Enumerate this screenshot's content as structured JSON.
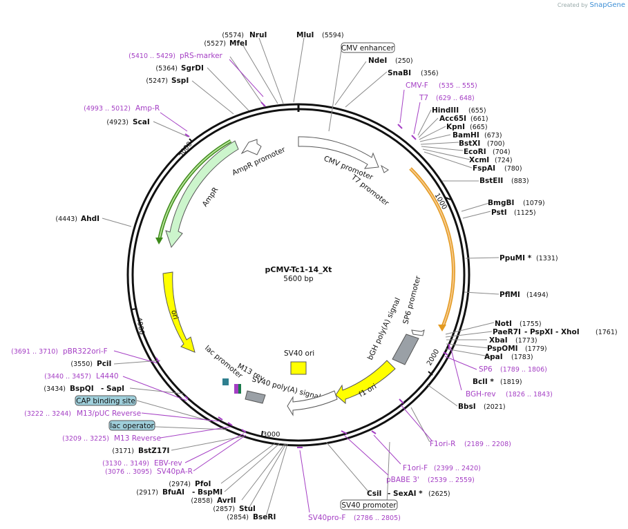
{
  "credit": {
    "prefix": "Created by",
    "brand": "SnapGene"
  },
  "plasmid": {
    "name": "pCMV-Tc1-14_Xt",
    "size_label": "5600 bp"
  },
  "ticks": [
    "1000",
    "2000",
    "3000",
    "4000",
    "5000"
  ],
  "enzymes": [
    {
      "name": "NruI",
      "pos": "(5574)"
    },
    {
      "name": "MluI",
      "pos": "(5594)"
    },
    {
      "name": "MfeI",
      "pos": "(5527)"
    },
    {
      "name": "SgrDI",
      "pos": "(5364)"
    },
    {
      "name": "SspI",
      "pos": "(5247)"
    },
    {
      "name": "ScaI",
      "pos": "(4923)"
    },
    {
      "name": "AhdI",
      "pos": "(4443)"
    },
    {
      "name": "PciI",
      "pos": "(3550)"
    },
    {
      "name": "BspQI",
      "pos": "(3434)",
      "extra": "- SapI"
    },
    {
      "name": "BstZ17I",
      "pos": "(3171)"
    },
    {
      "name": "PfoI",
      "pos": "(2974)"
    },
    {
      "name": "BfuAI",
      "pos": "(2917)",
      "extra": "- BspMI"
    },
    {
      "name": "AvrII",
      "pos": "(2858)"
    },
    {
      "name": "StuI",
      "pos": "(2857)"
    },
    {
      "name": "BseRI",
      "pos": "(2854)"
    },
    {
      "name": "CsiI",
      "pos": "(2625)",
      "extra": "- SexAI *"
    },
    {
      "name": "BbsI",
      "pos": "(2021)"
    },
    {
      "name": "BclI *",
      "pos": "(1819)"
    },
    {
      "name": "ApaI",
      "pos": "(1783)"
    },
    {
      "name": "PspOMI",
      "pos": "(1779)"
    },
    {
      "name": "XbaI",
      "pos": "(1773)"
    },
    {
      "name": "PaeR7I",
      "pos": "(1761)",
      "extra": "- PspXI  - XhoI"
    },
    {
      "name": "NotI",
      "pos": "(1755)"
    },
    {
      "name": "PflMI",
      "pos": "(1494)"
    },
    {
      "name": "PpuMI *",
      "pos": "(1331)"
    },
    {
      "name": "PstI",
      "pos": "(1125)"
    },
    {
      "name": "BmgBI",
      "pos": "(1079)"
    },
    {
      "name": "BstEII",
      "pos": "(883)"
    },
    {
      "name": "FspAI",
      "pos": "(780)"
    },
    {
      "name": "XcmI",
      "pos": "(724)"
    },
    {
      "name": "EcoRI",
      "pos": "(704)"
    },
    {
      "name": "BstXI",
      "pos": "(700)"
    },
    {
      "name": "BamHI",
      "pos": "(673)"
    },
    {
      "name": "KpnI",
      "pos": "(665)"
    },
    {
      "name": "Acc65I",
      "pos": "(661)"
    },
    {
      "name": "HindIII",
      "pos": "(655)"
    },
    {
      "name": "SnaBI",
      "pos": "(356)"
    },
    {
      "name": "NdeI",
      "pos": "(250)"
    }
  ],
  "primers": [
    {
      "name": "pRS-marker",
      "range": "(5410 .. 5429)"
    },
    {
      "name": "Amp-R",
      "range": "(4993 .. 5012)"
    },
    {
      "name": "pBR322ori-F",
      "range": "(3691 .. 3710)"
    },
    {
      "name": "L4440",
      "range": "(3440 .. 3457)"
    },
    {
      "name": "M13/pUC Reverse",
      "range": "(3222 .. 3244)"
    },
    {
      "name": "M13 Reverse",
      "range": "(3209 .. 3225)"
    },
    {
      "name": "EBV-rev",
      "range": "(3130 .. 3149)"
    },
    {
      "name": "SV40pA-R",
      "range": "(3076 .. 3095)"
    },
    {
      "name": "SV40pro-F",
      "range": "(2786 .. 2805)"
    },
    {
      "name": "pBABE 3'",
      "range": "(2539 .. 2559)"
    },
    {
      "name": "F1ori-F",
      "range": "(2399 .. 2420)"
    },
    {
      "name": "F1ori-R",
      "range": "(2189 .. 2208)"
    },
    {
      "name": "BGH-rev",
      "range": "(1826 .. 1843)"
    },
    {
      "name": "SP6",
      "range": "(1789 .. 1806)"
    },
    {
      "name": "T7",
      "range": "(629 .. 648)"
    },
    {
      "name": "CMV-F",
      "range": "(535 .. 555)"
    }
  ],
  "boxed_features": [
    "CMV enhancer",
    "CAP binding site",
    "lac operator",
    "SV40 promoter"
  ],
  "inner_features": [
    "CMV promoter",
    "T7 promoter",
    "AmpR promoter",
    "AmpR",
    "ori",
    "lac promoter",
    "M13 rev",
    "SV40 poly(A) signal",
    "SV40 ori",
    "f1 ori",
    "bGH poly(A) signal",
    "SP6 promoter"
  ],
  "colors": {
    "primer": "#a43ec4",
    "ampr_fill": "#ccf5cc",
    "ori_fill": "#ffff00",
    "gray_feature": "#9aa0a6",
    "boxed_blue": "#9fcfdb",
    "green_arc": "#3d8a1a",
    "orange_arc": "#e39a20"
  }
}
